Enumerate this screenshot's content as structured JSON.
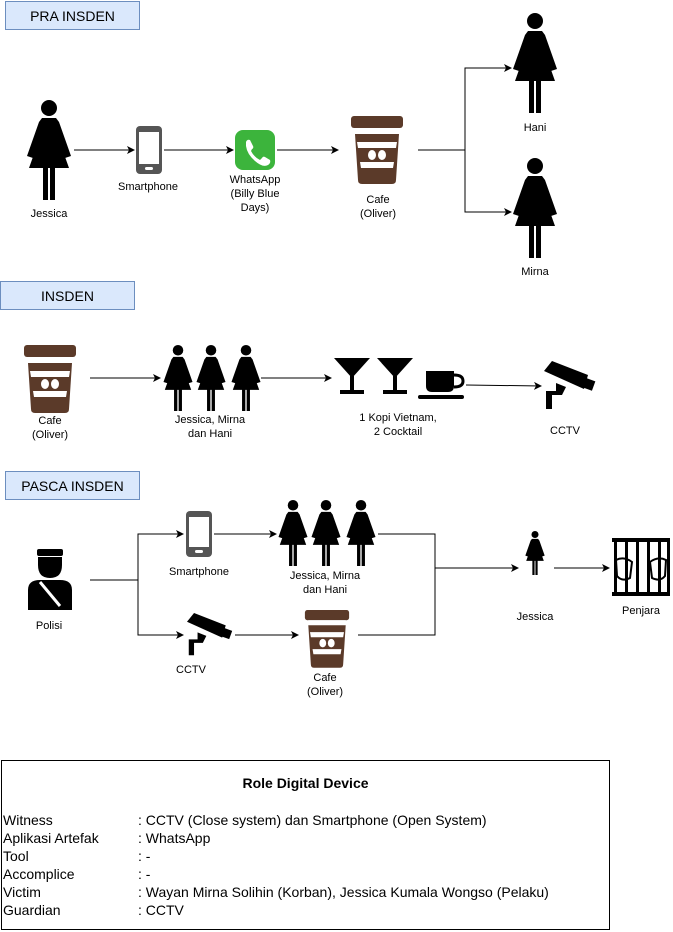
{
  "sections": {
    "pra": "PRA INSDEN",
    "insden": "INSDEN",
    "pasca": "PASCA INSDEN"
  },
  "pra": {
    "jessica": "Jessica",
    "smartphone": "Smartphone",
    "whatsapp": "WhatsApp\n(Billy Blue\nDays)",
    "cafe": "Cafe\n(Oliver)",
    "hani": "Hani",
    "mirna": "Mirna"
  },
  "insden": {
    "cafe": "Cafe\n(Oliver)",
    "group": "Jessica, Mirna\ndan Hani",
    "drinks": "1 Kopi Vietnam,\n2 Cocktail",
    "cctv": "CCTV"
  },
  "pasca": {
    "polisi": "Polisi",
    "smartphone": "Smartphone",
    "group": "Jessica, Mirna\ndan Hani",
    "cctv": "CCTV",
    "cafe": "Cafe\n(Oliver)",
    "jessica": "Jessica",
    "penjara": "Penjara"
  },
  "roles": {
    "title": "Role Digital Device",
    "rows": [
      {
        "key": "Witness",
        "value": ": CCTV (Close system) dan Smartphone (Open System)"
      },
      {
        "key": "Aplikasi Artefak",
        "value": ": WhatsApp"
      },
      {
        "key": "Tool",
        "value": ": -"
      },
      {
        "key": "Accomplice",
        "value": ": -"
      },
      {
        "key": "Victim",
        "value": ": Wayan Mirna Solihin (Korban), Jessica Kumala Wongso (Pelaku)"
      },
      {
        "key": "Guardian",
        "value": ": CCTV"
      }
    ]
  },
  "colors": {
    "section_fill": "#dae8fc",
    "section_border": "#6c8ebf",
    "coffee_brown": "#5b3a29",
    "whatsapp_green": "#3cb43c",
    "phone_gray": "#555555"
  },
  "icons": [
    "woman-icon",
    "smartphone-icon",
    "whatsapp-icon",
    "coffee-cup-icon",
    "cocktail-glass-icon",
    "coffee-mug-icon",
    "cctv-camera-icon",
    "police-officer-icon",
    "prison-bars-icon"
  ]
}
